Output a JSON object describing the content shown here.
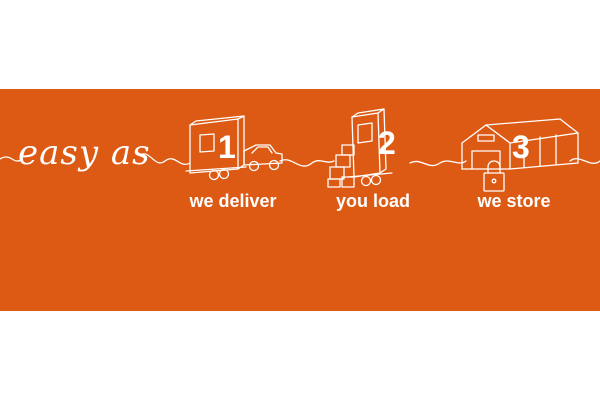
{
  "tagline": "easy as",
  "steps": [
    {
      "number": "1",
      "label": "we deliver",
      "icon": "trailer-with-car-icon"
    },
    {
      "number": "2",
      "label": "you load",
      "icon": "trailer-with-boxes-icon"
    },
    {
      "number": "3",
      "label": "we store",
      "icon": "warehouse-with-padlock-icon"
    }
  ],
  "colors": {
    "banner": "#dd5a14",
    "foreground": "#ffffff",
    "page": "#ffffff"
  }
}
